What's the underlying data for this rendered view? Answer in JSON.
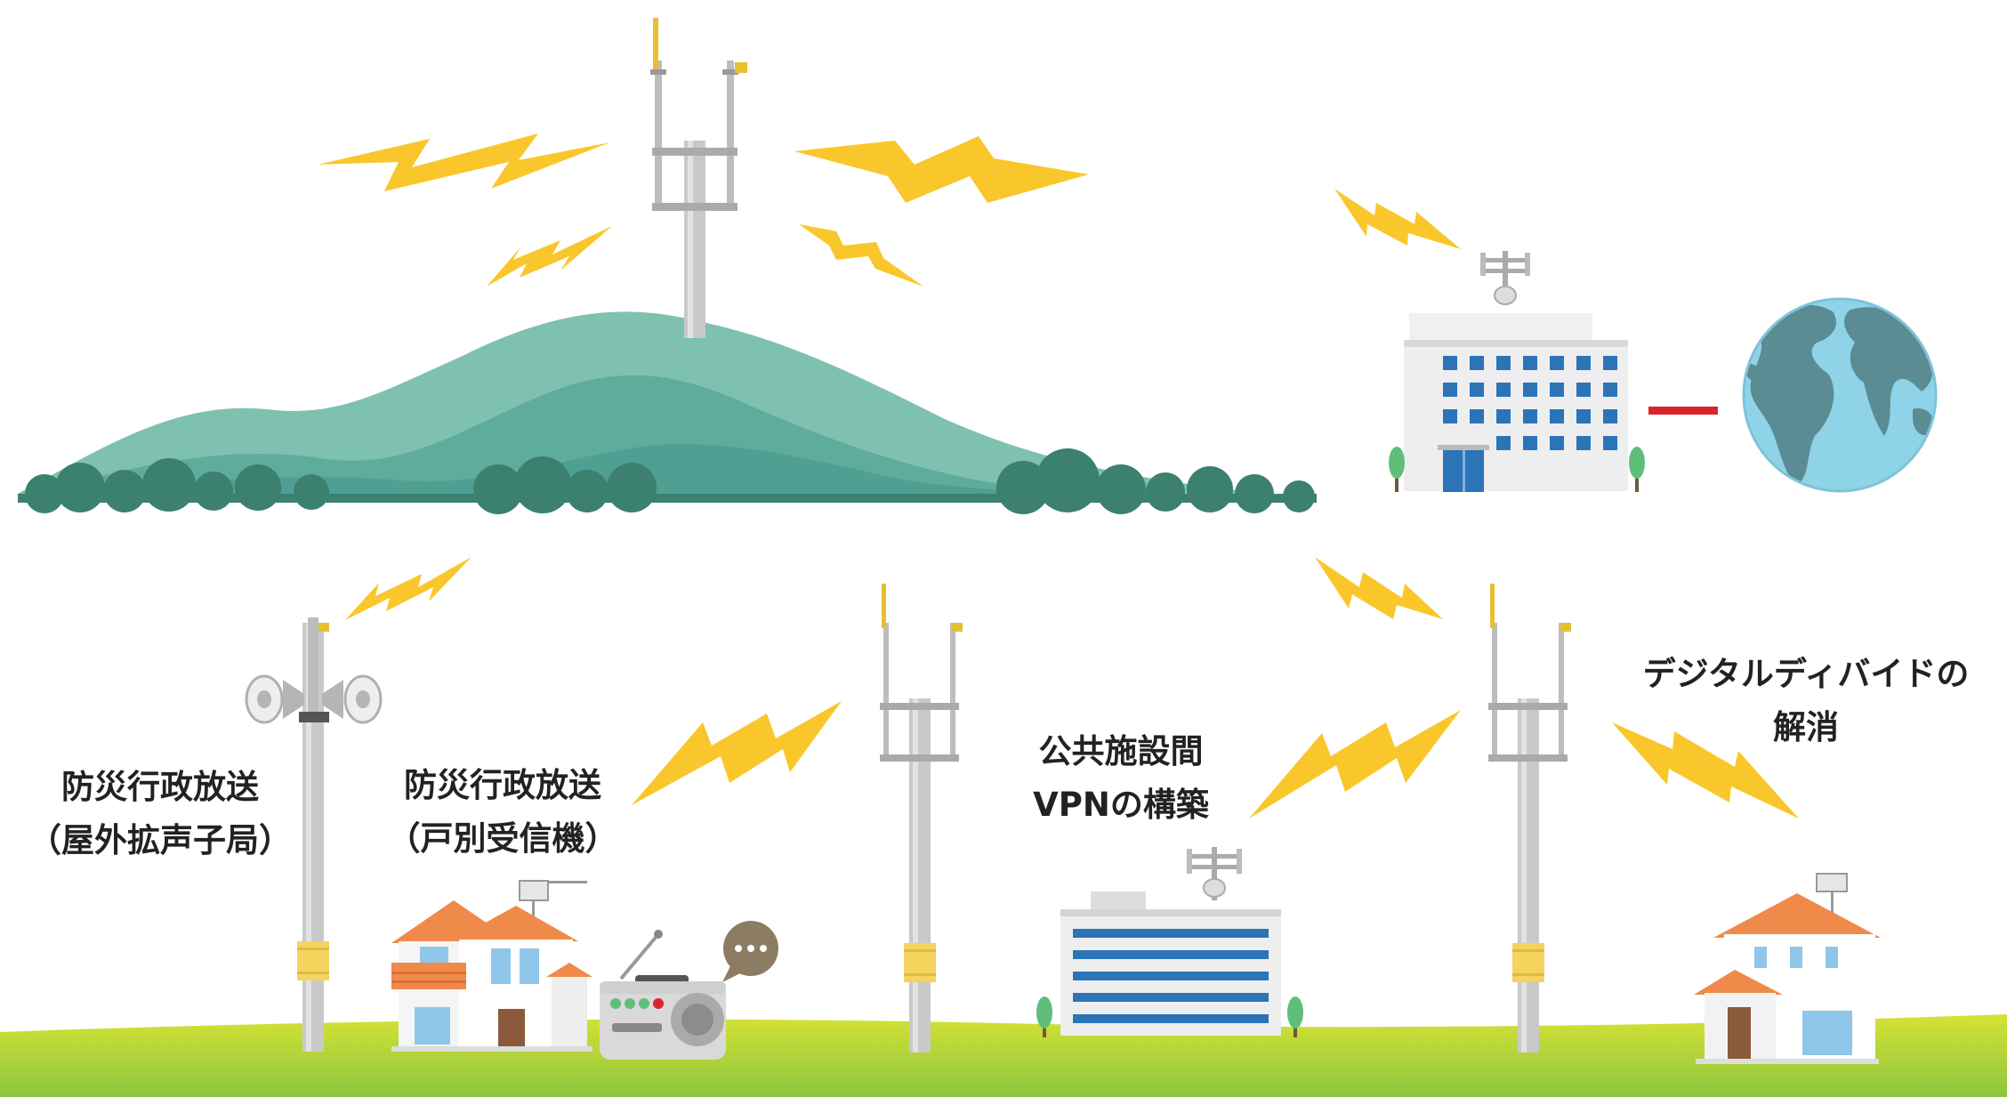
{
  "labels": {
    "outdoor_speaker": {
      "line1": "防災行政放送",
      "line2": "（屋外拡声子局）"
    },
    "indoor_receiver": {
      "line1": "防災行政放送",
      "line2": "（戸別受信機）"
    },
    "vpn": {
      "line1": "公共施設間",
      "line2": "VPNの構築"
    },
    "digital_divide": {
      "line1": "デジタルディバイドの",
      "line2": "解消"
    }
  },
  "colors": {
    "bolt": "#f9c72b",
    "mountain_back": "#7fc1b0",
    "mountain_front": "#4f9f93",
    "bush": "#3c8070",
    "grass_top": "#d6e235",
    "grass_bottom": "#8cc63e",
    "pole": "#c9c9c9",
    "pole_band": "#f4d35e",
    "window_blue": "#2b74b8",
    "roof_orange": "#f08a4b",
    "connector_red": "#d9262c",
    "globe_ocean": "#8fd3e8",
    "globe_land": "#5b8c93"
  }
}
